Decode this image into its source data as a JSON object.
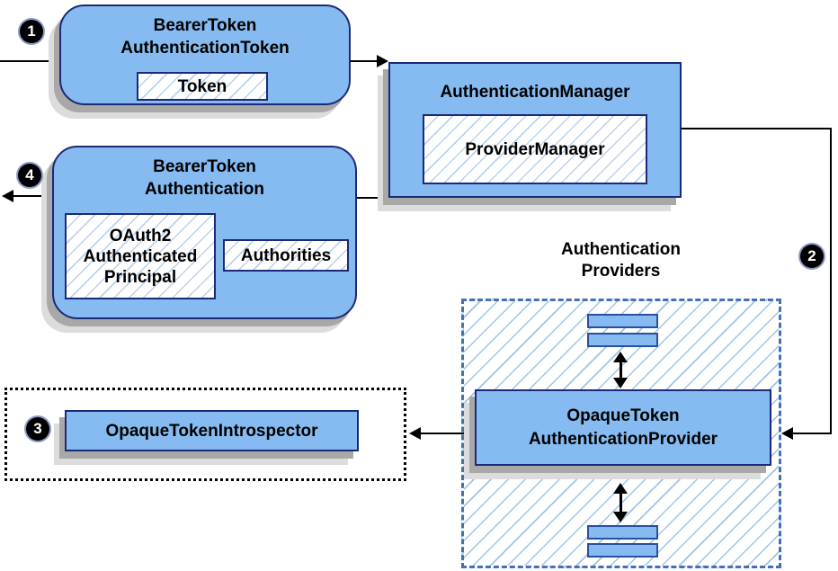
{
  "colors": {
    "box_fill": "#85bbf0",
    "box_border": "#1b2a78",
    "hatch_line": "#b9d3ee",
    "hatch_line_lg": "#9dc4e8",
    "shadow_dark": "#a8a8a8",
    "shadow_light": "#dcdcdc",
    "providers_border": "#4472b0",
    "line": "#000000",
    "circle_bg": "#000000",
    "circle_text": "#ffffff"
  },
  "steps": {
    "one": "1",
    "two": "2",
    "three": "3",
    "four": "4"
  },
  "nodes": {
    "btat": {
      "line1": "BearerToken",
      "line2": "AuthenticationToken",
      "token": "Token"
    },
    "am": {
      "title": "AuthenticationManager",
      "provider": "ProviderManager"
    },
    "bta": {
      "line1": "BearerToken",
      "line2": "Authentication",
      "principal1": "OAuth2",
      "principal2": "Authenticated",
      "principal3": "Principal",
      "authorities": "Authorities"
    },
    "providers": {
      "label1": "Authentication",
      "label2": "Providers"
    },
    "otap": {
      "line1": "OpaqueToken",
      "line2": "AuthenticationProvider"
    },
    "oti": {
      "title": "OpaqueTokenIntrospector"
    }
  }
}
